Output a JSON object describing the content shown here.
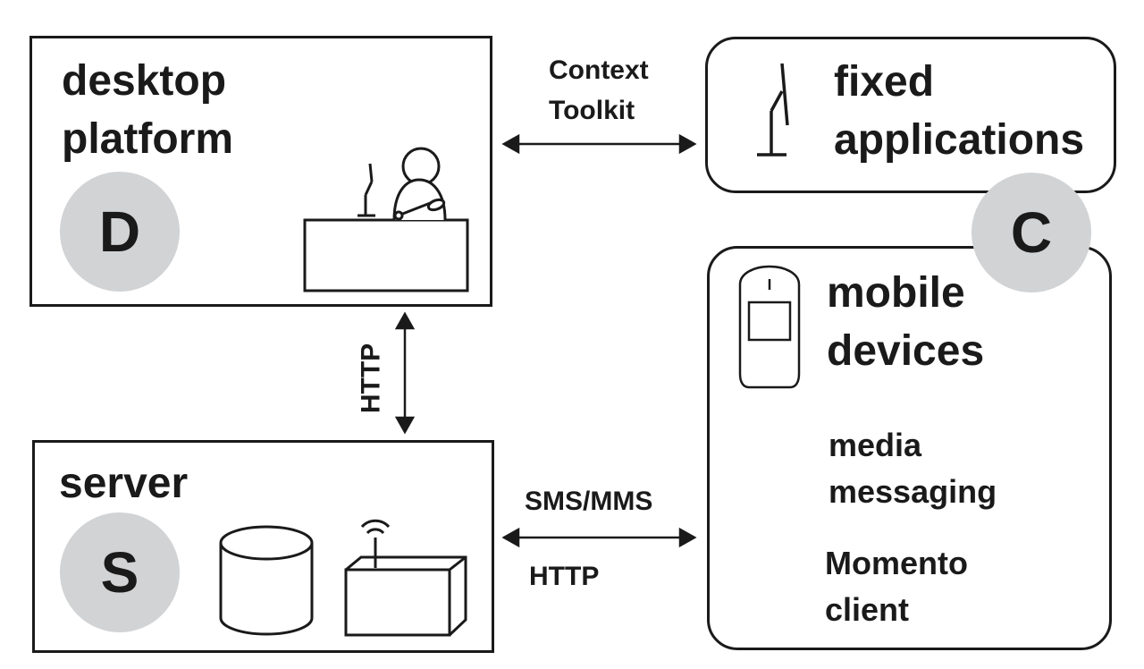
{
  "desktop": {
    "title_line1": "desktop",
    "title_line2": "platform",
    "badge": "D"
  },
  "fixed": {
    "title_line1": "fixed",
    "title_line2": "applications"
  },
  "clients_badge": "C",
  "mobile": {
    "title_line1": "mobile",
    "title_line2": "devices",
    "media_line1": "media",
    "media_line2": "messaging",
    "momento_line1": "Momento",
    "momento_line2": "client"
  },
  "server": {
    "title": "server",
    "badge": "S"
  },
  "connections": {
    "context_line1": "Context",
    "context_line2": "Toolkit",
    "http_vertical": "HTTP",
    "sms_mms": "SMS/MMS",
    "http_bottom": "HTTP"
  },
  "colors": {
    "stroke": "#1a1a1a",
    "badge_fill": "#d2d3d5",
    "background": "#ffffff"
  }
}
